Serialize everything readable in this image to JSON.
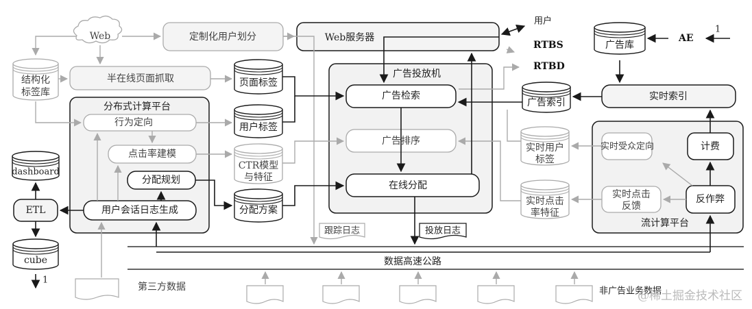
{
  "colors": {
    "dark_stroke": "#1a1a1a",
    "gray_stroke": "#aaaaaa",
    "box_fill": "#f4f4f4",
    "platform_fill": "#f2f2f2",
    "white": "#ffffff"
  },
  "top": {
    "web_cloud": "Web",
    "custom_user_partition": "定制化用户划分",
    "web_server": "Web服务器",
    "semi_online_crawl": "半在线页面抓取",
    "structured_tag_db": "结构化标签库"
  },
  "external": {
    "user": "用户",
    "rtbs": "RTBS",
    "rtbd": "RTBD",
    "ae": "AE",
    "ae_connector": "1"
  },
  "distributed_platform": {
    "title": "分布式计算平台",
    "behavior_targeting": "行为定向",
    "ctr_modeling": "点击率建模",
    "allocation_planning": "分配规划",
    "session_log_generation": "用户会话日志生成"
  },
  "datastores": {
    "page_tags": "页面标签",
    "user_tags": "用户标签",
    "ctr_model": "CTR模型与特征",
    "allocation_plan": "分配方案",
    "ad_db": "广告库",
    "ad_index": "广告索引",
    "realtime_user_tags": "实时用户标签",
    "realtime_ctr_features": "实时点击率特征",
    "dashboard": "dashboard",
    "cube": "cube"
  },
  "ad_server": {
    "title": "广告投放机",
    "ad_retrieval": "广告检索",
    "ad_ranking": "广告排序",
    "online_allocation": "在线分配"
  },
  "realtime_index": "实时索引",
  "stream_platform": {
    "title": "流计算平台",
    "realtime_audience_targeting": "实时受众定向",
    "billing": "计费",
    "realtime_click_feedback": "实时点击反馈",
    "anti_fraud": "反作弊"
  },
  "etl": "ETL",
  "cube_connector": "1",
  "logs": {
    "tracking_log": "跟踪日志",
    "delivery_log": "投放日志"
  },
  "data_highway": "数据高速公路",
  "third_party_data": "第三方数据",
  "non_ad_business_data": "非广告业务数据",
  "watermark": "@稀土掘金技术社区"
}
